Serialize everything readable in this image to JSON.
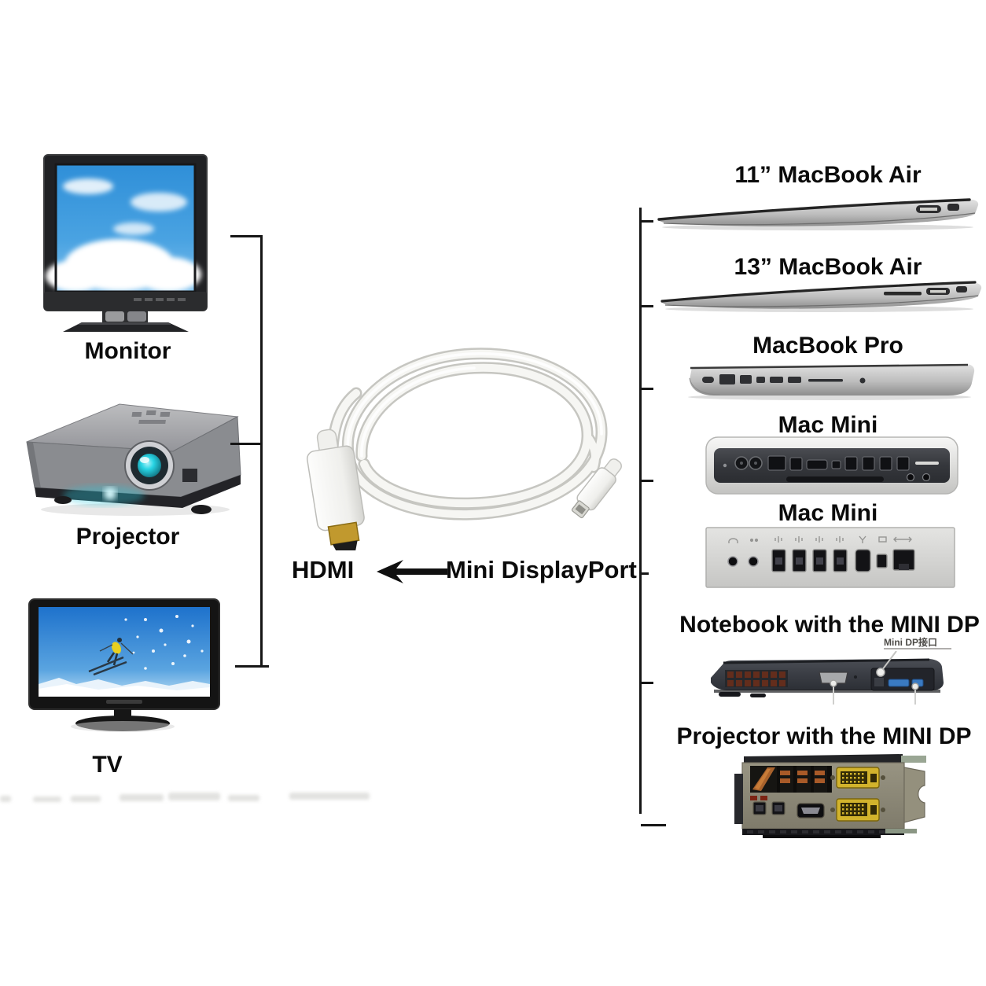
{
  "left_devices": [
    {
      "label": "Monitor"
    },
    {
      "label": "Projector"
    },
    {
      "label": "TV"
    }
  ],
  "cable": {
    "hdmi_label": "HDMI",
    "minidp_label": "Mini DisplayPort",
    "arrow_icon": "left-arrow"
  },
  "right_devices": [
    {
      "label": "11” MacBook Air"
    },
    {
      "label": "13” MacBook Air"
    },
    {
      "label": "MacBook Pro"
    },
    {
      "label": "Mac Mini"
    },
    {
      "label": "Mac Mini"
    },
    {
      "label": "Notebook with the MINI DP",
      "callout": "Mini DP接口"
    },
    {
      "label": "Projector with the MINI DP"
    }
  ],
  "colors": {
    "background": "#ffffff",
    "text": "#0b0b0b",
    "bracket_line": "#161616",
    "lens_cyan": "#28d4e4",
    "dvi_gold": "#d2b32c",
    "usb_blue": "#3a7ac2",
    "cable_white": "#f5f5f3"
  }
}
